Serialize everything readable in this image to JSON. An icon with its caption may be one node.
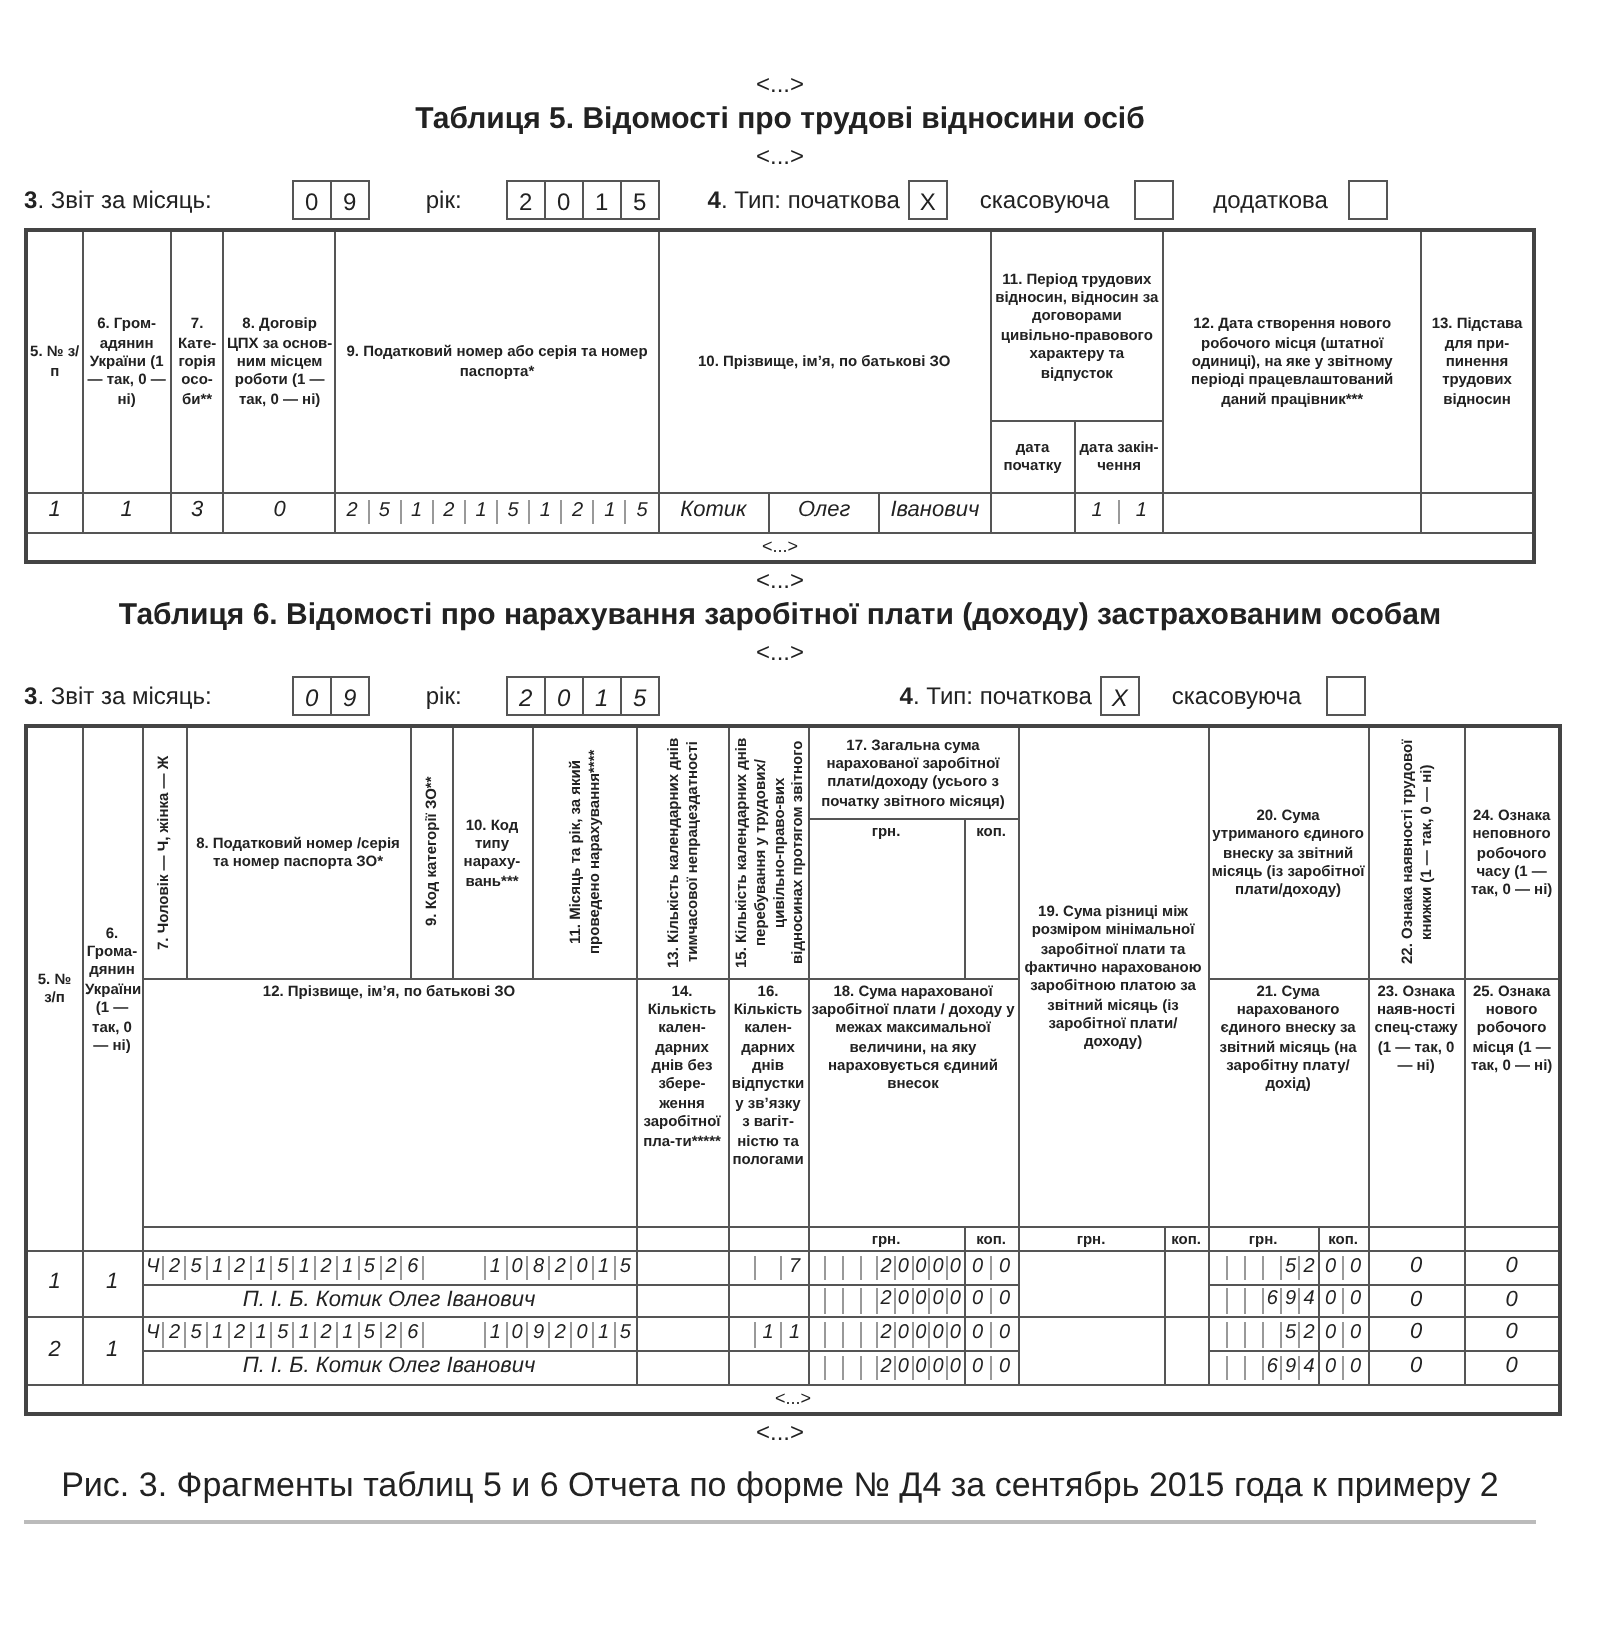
{
  "diagram": {
    "caption": "Рис. 3. Фрагменты таблиц 5 и 6 Отчета по форме № Д4 за сентябрь 2015 года к примеру 2",
    "labels": [
      "<...>",
      "Таблиця 5. Відомості про трудові відносини осіб",
      "<...>",
      "**3**. Звіт за місяць:",
      "0",
      "9",
      "рік:",
      "2",
      "0",
      "1",
      "5",
      "**4**. Тип: початкова",
      "X",
      "скасовуюча",
      "додаткова",
      "5. № з/п",
      "6. Гром-адянин України (1 — так, 0 — ні)",
      "7. Кате-горія осо-би**",
      "8. Договір ЦПХ за основ-ним місцем роботи (1 — так, 0 — ні)",
      "9. Податковий номер або серія та номер паспорта*",
      "10. Прізвище, ім’я, по батькові ЗО",
      "11. Період трудових відносин, відносин за договорами цивільно-правового характеру та відпусток",
      "12. Дата створення нового робочого місця (штатної одиниці), на яке у звітному періоді працевлаштований даний працівник***",
      "13. Підстава для при-пинення трудових відносин",
      "дата початку",
      "дата закін-чення",
      "1",
      "1",
      "3",
      "0",
      "2",
      "5",
      "1",
      "2",
      "1",
      "5",
      "1",
      "2",
      "1",
      "5",
      "Котик",
      "Олег",
      "Іванович",
      "1",
      "1",
      "<...>",
      "<...>",
      "Таблиця 6. Відомості про нарахування заробітної плати (доходу) застрахованим особам",
      "<...>",
      "**3**. Звіт за місяць:",
      "0",
      "9",
      "рік:",
      "2",
      "0",
      "1",
      "5",
      "**4**. Тип: початкова",
      "X",
      "скасовуюча",
      "5. № з/п",
      "6. Грома-дянин України (1 — так, 0 — ні)",
      "7. Чоловік — Ч, жінка — Ж",
      "8. Податковий номер /серія та номер паспорта ЗО*",
      "9. Код категорії ЗО**",
      "10. Код типу нараху-вань***",
      "11. Місяць та рік, за який проведено нарахування****",
      "13. Кількість календарних днів тимчасової непрацездатності",
      "15. Кількість календарних днів перебування у трудових/цивільно-право-вих відносинах протягом звітного місяця",
      "17. Загальна сума нарахованої заробітної плати/доходу (усього з початку звітного місяця)",
      "19. Сума різниці між розміром мінімальної заробітної плати та фактично нарахованою заробітною платою за звітний місяць (із заробітної плати/доходу)",
      "20. Сума утриманого єдиного внеску за звітний місяць (із заробітної плати/доходу)",
      "22. Ознака наявності трудової книжки (1 — так, 0 — ні)",
      "24. Ознака неповного робочого часу (1 — так, 0 — ні)",
      "грн.",
      "коп.",
      "12. Прізвище, ім’я, по батькові ЗО",
      "14. Кількість кален-дарних днів без збере-ження заробітної пла-ти*****",
      "16. Кількість кален-дарних днів відпустки у зв’язку з вагіт-ністю та пологами",
      "18. Сума нарахованої заробітної плати / доходу у межах максимальної величини, на яку нараховується єдиний внесок",
      "21. Сума нарахованого єдиного внеску за звітний місяць (на заробітну плату/дохід)",
      "23. Ознака наяв-ності спец-стажу (1 — так, 0 — ні)",
      "25. Ознака нового робочого місця (1 — так, 0 — ні)",
      "грн.",
      "коп.",
      "грн.",
      "коп.",
      "грн.",
      "коп.",
      "1",
      "1",
      "Ч",
      "2",
      "5",
      "1",
      "2",
      "1",
      "5",
      "1",
      "2",
      "1",
      "5",
      "2",
      "6",
      "1",
      "0",
      "8",
      "2",
      "0",
      "1",
      "5",
      "7",
      "2",
      "0",
      "0",
      "0",
      "0",
      "0",
      "0",
      "5",
      "2",
      "0",
      "0",
      "0",
      "0",
      "П. І. Б. Котик Олег Іванович",
      "2",
      "0",
      "0",
      "0",
      "0",
      "0",
      "0",
      "6",
      "9",
      "4",
      "0",
      "0",
      "0",
      "0",
      "2",
      "1",
      "Ч",
      "2",
      "5",
      "1",
      "2",
      "1",
      "5",
      "1",
      "2",
      "1",
      "5",
      "2",
      "6",
      "1",
      "0",
      "9",
      "2",
      "0",
      "1",
      "5",
      "1",
      "1",
      "2",
      "0",
      "0",
      "0",
      "0",
      "0",
      "0",
      "5",
      "2",
      "0",
      "0",
      "0",
      "0",
      "П. І. Б. Котик Олег Іванович",
      "2",
      "0",
      "0",
      "0",
      "0",
      "0",
      "0",
      "6",
      "9",
      "4",
      "0",
      "0",
      "0",
      "0",
      "<...>",
      "<...>"
    ]
  }
}
